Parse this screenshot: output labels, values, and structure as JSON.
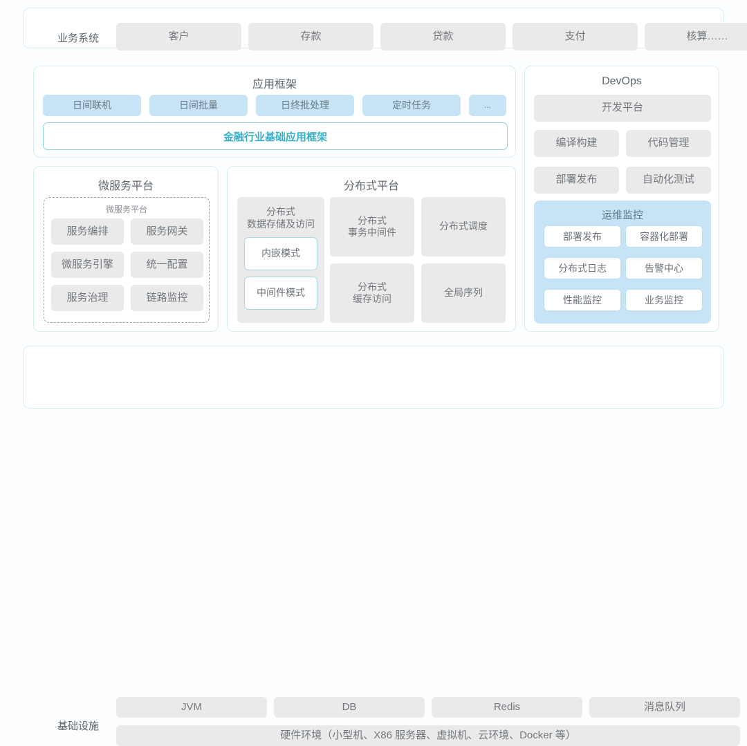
{
  "business": {
    "label": "业务系统",
    "items": [
      "客户",
      "存款",
      "贷款",
      "支付",
      "核算……"
    ]
  },
  "app_framework": {
    "title": "应用框架",
    "pills": [
      "日间联机",
      "日间批量",
      "日终批处理",
      "定时任务",
      "..."
    ],
    "base": "金融行业基础应用框架"
  },
  "microservice": {
    "title": "微服务平台",
    "subtitle": "微服务平台",
    "items": [
      "服务编排",
      "服务网关",
      "微服务引擎",
      "统一配置",
      "服务治理",
      "链路监控"
    ]
  },
  "distributed": {
    "title": "分布式平台",
    "storage": {
      "label": "分布式\n数据存储及访问",
      "modes": [
        "内嵌模式",
        "中间件模式"
      ]
    },
    "items": [
      "分布式\n事务中间件",
      "分布式调度",
      "分布式\n缓存访问",
      "全局序列"
    ]
  },
  "devops": {
    "title": "DevOps",
    "platform": "开发平台",
    "items": [
      "编译构建",
      "代码管理",
      "部署发布",
      "自动化测试"
    ],
    "ops": {
      "title": "运维监控",
      "items": [
        "部署发布",
        "容器化部署",
        "分布式日志",
        "告警中心",
        "性能监控",
        "业务监控"
      ]
    }
  },
  "infrastructure": {
    "label": "基础设施",
    "items": [
      "JVM",
      "DB",
      "Redis",
      "消息队列"
    ],
    "hardware": "硬件环境（小型机、X86 服务器、虚拟机、云环境、Docker 等）"
  },
  "colors": {
    "accent_teal": "#38b0c9",
    "pill_blue": "#c6e4f5",
    "tile_gray": "#eaeaea",
    "card_border": "#d8eef3",
    "text": "#6b7076"
  }
}
